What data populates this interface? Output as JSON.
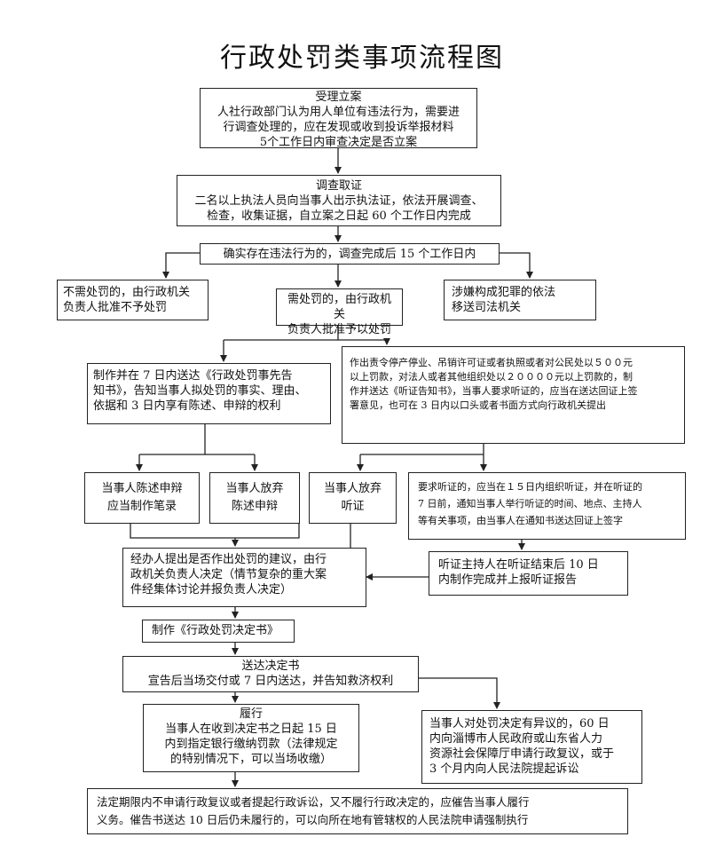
{
  "title": "行政处罚类事项流程图",
  "nodes": {
    "accept": {
      "heading": "受理立案",
      "lines": [
        "人社行政部门认为用人单位有违法行为，需要进",
        "行调查处理的，应在发现或收到投诉举报材料",
        "5个工作日内审查决定是否立案"
      ]
    },
    "investigate": {
      "heading": "调查取证",
      "lines": [
        "二名以上执法人员向当事人出示执法证，依法开展调查、",
        "检查，收集证据，自立案之日起 60 个工作日内完成"
      ]
    },
    "confirm": "确实存在违法行为的，调查完成后 15 个工作日内",
    "no_penalty": [
      "不需处罚的，由行政机关",
      "负责人批准不予处罚"
    ],
    "need_penalty": [
      "需处罚的，由行政机关",
      "负责人批准予以处罚"
    ],
    "criminal": [
      "涉嫌构成犯罪的依法",
      "移送司法机关"
    ],
    "notice": [
      "制作并在 7 日内送达《行政处罚事先告",
      "知书》，告知当事人拟处罚的事实、理由、",
      "依据和 3 日内享有陈述、申辩的权利"
    ],
    "hearing_notice": [
      "作出责令停产停业、吊销许可证或者执照或者对公民处以５００元",
      "以上罚款，对法人或者其他组织处以２００００元以上罚款的，制",
      "作并送达《听证告知书》，当事人要求听证的，应当在送达回证上签",
      "署意见，也可在 3 日内以口头或者书面方式向行政机关提出"
    ],
    "statement": [
      "当事人陈述申辩",
      "应当制作笔录"
    ],
    "waive_statement": [
      "当事人放弃",
      "陈述申辩"
    ],
    "waive_hearing": [
      "当事人放弃",
      "听证"
    ],
    "hearing_request": [
      "要求听证的，应当在１５日内组织听证，并在听证的",
      "7 日前，通知当事人举行听证的时间、地点、主持人",
      "等有关事项，由当事人在通知书送达回证上签字"
    ],
    "proposal": [
      "经办人提出是否作出处罚的建议，由行",
      "政机关负责人决定（情节复杂的重大案",
      "件经集体讨论并报负责人决定）"
    ],
    "hearing_report": [
      "听证主持人在听证结束后 10 日",
      "内制作完成并上报听证报告"
    ],
    "make_decision": "制作《行政处罚决定书》",
    "deliver": {
      "heading": "送达决定书",
      "lines": [
        "宣告后当场交付或 7 日内送达，并告知救济权利"
      ]
    },
    "perform": {
      "heading": "履行",
      "lines": [
        "当事人在收到决定书之日起 15 日",
        "内到指定银行缴纳罚款（法律规定",
        "的特别情况下，可以当场收缴）"
      ]
    },
    "objection": [
      "当事人对处罚决定有异议的，60 日",
      "内向淄博市人民政府或山东省人力",
      "资源社会保障厅申请行政复议，或于",
      "3 个月内向人民法院提起诉讼"
    ],
    "enforce": [
      "法定期限内不申请行政复议或者提起行政诉讼，又不履行行政决定的，应催告当事人履行",
      "义务。催告书送达 10 日后仍未履行的，可以向所在地有管辖权的人民法院申请强制执行"
    ]
  }
}
